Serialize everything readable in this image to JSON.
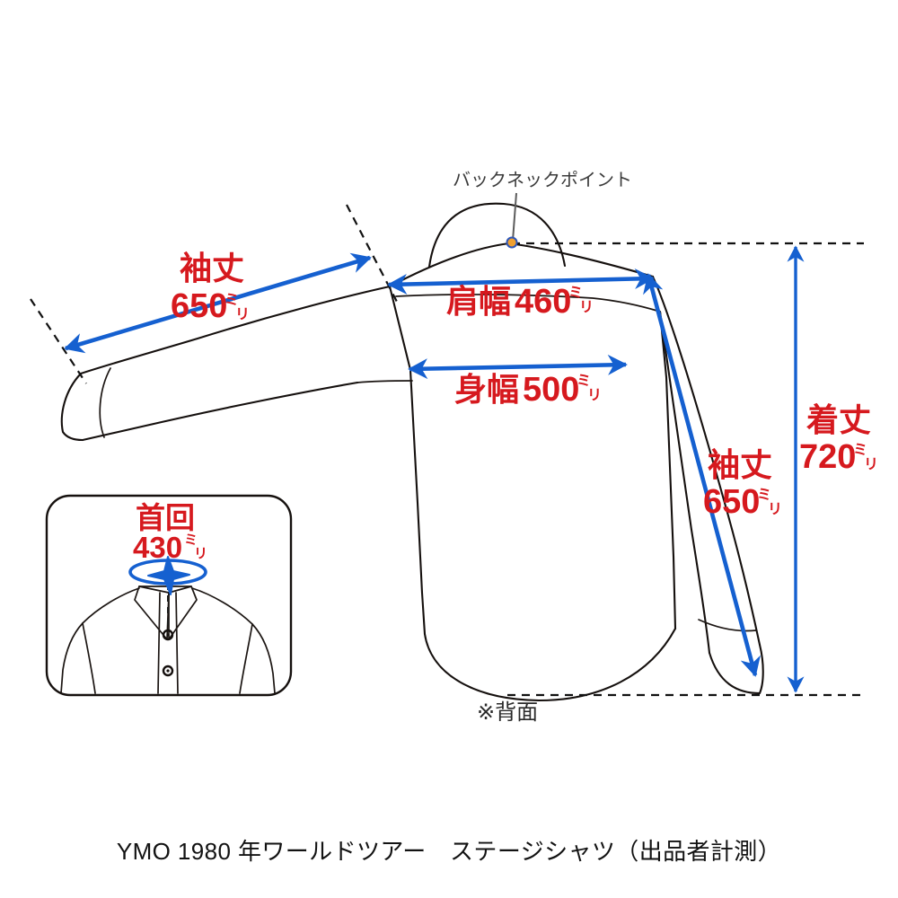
{
  "document": {
    "type": "garment-measurement-diagram",
    "caption": "YMO 1980 年ワールドツアー　ステージシャツ（出品者計測）",
    "view_note": "※背面",
    "background_color": "#ffffff",
    "ink_color": "#15100e",
    "dimension_color": "#1560d0",
    "label_color": "#d6191e"
  },
  "annotations": {
    "back_neck_point": {
      "label": "バックネックポイント",
      "color": "#3b3b3b"
    }
  },
  "measurements": [
    {
      "id": "sleeve-left",
      "name": "袖丈",
      "value": "650",
      "unit": "ミリ",
      "unit_top": "ミ",
      "unit_bottom": "リ",
      "value_mm": 650,
      "orientation": "diagonal",
      "side": "left"
    },
    {
      "id": "shoulder-width",
      "name": "肩幅",
      "value": "460",
      "unit": "ミリ",
      "unit_top": "ミ",
      "unit_bottom": "リ",
      "value_mm": 460,
      "orientation": "horizontal",
      "side": "upper-body"
    },
    {
      "id": "body-width",
      "name": "身幅",
      "value": "500",
      "unit": "ミリ",
      "unit_top": "ミ",
      "unit_bottom": "リ",
      "value_mm": 500,
      "orientation": "horizontal",
      "side": "chest"
    },
    {
      "id": "sleeve-right",
      "name": "袖丈",
      "value": "650",
      "unit": "ミリ",
      "unit_top": "ミ",
      "unit_bottom": "リ",
      "value_mm": 650,
      "orientation": "diagonal",
      "side": "right"
    },
    {
      "id": "body-length",
      "name": "着丈",
      "value": "720",
      "unit": "ミリ",
      "unit_top": "ミ",
      "unit_bottom": "リ",
      "value_mm": 720,
      "orientation": "vertical",
      "side": "far-right"
    },
    {
      "id": "neck-circumference",
      "name": "首回",
      "value": "430",
      "unit": "ミリ",
      "unit_top": "ミ",
      "unit_bottom": "リ",
      "value_mm": 430,
      "orientation": "ellipse",
      "side": "inset-detail"
    }
  ],
  "chart_data": {
    "type": "table",
    "title": "YMO 1980 年ワールドツアー　ステージシャツ（出品者計測）",
    "categories": [
      "袖丈",
      "肩幅",
      "身幅",
      "袖丈",
      "着丈",
      "首回"
    ],
    "values": [
      650,
      460,
      500,
      650,
      720,
      430
    ],
    "unit": "ミリ",
    "xlabel": "",
    "ylabel": "",
    "legend": []
  }
}
